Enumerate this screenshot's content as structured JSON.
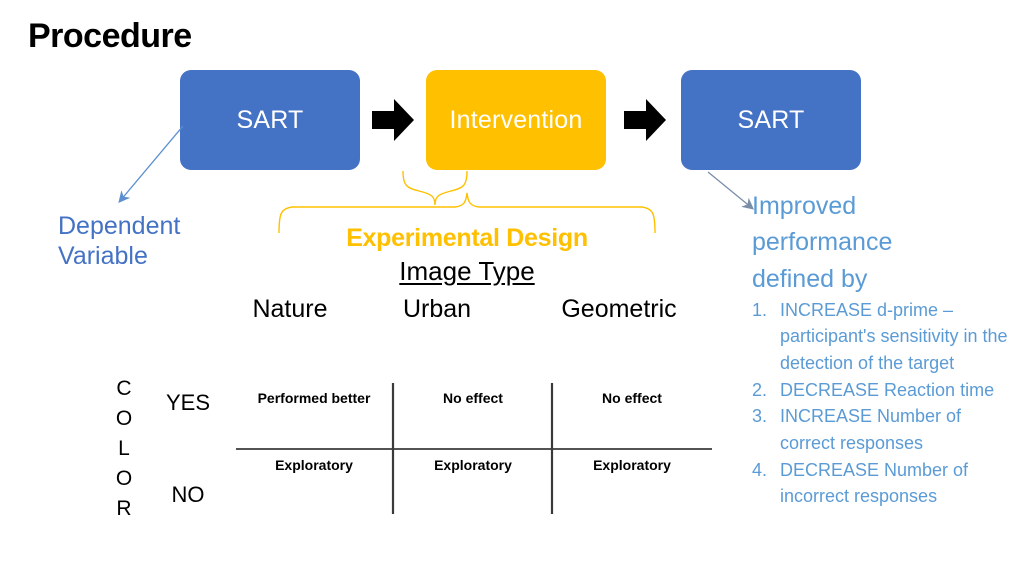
{
  "slide": {
    "title": "Procedure",
    "background": "#ffffff"
  },
  "colors": {
    "box_blue": "#4472C4",
    "box_yellow": "#FFC000",
    "text_light_blue": "#5B9BD5",
    "arrow_black": "#000000"
  },
  "process": {
    "boxes": [
      {
        "label": "SART",
        "color": "#4472C4"
      },
      {
        "label": "Intervention",
        "color": "#FFC000"
      },
      {
        "label": "SART",
        "color": "#4472C4"
      }
    ],
    "arrow_icons": [
      "right-block-arrow",
      "right-block-arrow"
    ]
  },
  "dependent_variable": {
    "line1": "Dependent",
    "line2": "Variable"
  },
  "experimental_design": {
    "heading": "Experimental Design",
    "subheading": "Image Type",
    "columns": [
      "Nature",
      "Urban",
      "Geometric"
    ]
  },
  "results_table": {
    "row_group_label": [
      "C",
      "O",
      "L",
      "O",
      "R"
    ],
    "row_labels": [
      "YES",
      "NO"
    ],
    "rows": [
      [
        "Performed better",
        "No effect",
        "No effect"
      ],
      [
        "Exploratory",
        "Exploratory",
        "Exploratory"
      ]
    ],
    "cells_top": [
      "Performed\nbetter",
      "No\neffect",
      "No\neffect"
    ],
    "cells_bottom": [
      "Exploratory",
      "Exploratory",
      "Exploratory"
    ]
  },
  "improved": {
    "heading_line1": "Improved",
    "heading_line2": "performance",
    "heading_line3": "defined by",
    "items": [
      {
        "number": "1.",
        "text": "INCREASE d-prime – participant's sensitivity in the detection of the target"
      },
      {
        "number": "2.",
        "text": "DECREASE Reaction time"
      },
      {
        "number": "3.",
        "text": "INCREASE Number of correct responses"
      },
      {
        "number": "4.",
        "text": "DECREASE Number of incorrect responses"
      }
    ]
  }
}
